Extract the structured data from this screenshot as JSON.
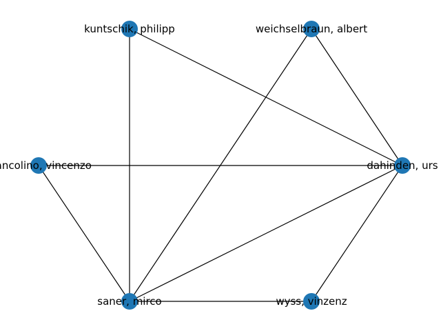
{
  "graph": {
    "node_color": "#1f77b4",
    "edge_color": "#000000",
    "nodes": [
      {
        "id": "kuntschik",
        "label": "kuntschik, philipp"
      },
      {
        "id": "weichselbraun",
        "label": "weichselbraun, albert"
      },
      {
        "id": "dahinden",
        "label": "dahinden, urs"
      },
      {
        "id": "wyss",
        "label": "wyss, vinzenz"
      },
      {
        "id": "saner",
        "label": "saner, mirco"
      },
      {
        "id": "mancolino",
        "label": "mancolino, vincenzo"
      }
    ],
    "edges": [
      [
        "kuntschik",
        "dahinden"
      ],
      [
        "kuntschik",
        "saner"
      ],
      [
        "weichselbraun",
        "dahinden"
      ],
      [
        "weichselbraun",
        "saner"
      ],
      [
        "mancolino",
        "dahinden"
      ],
      [
        "mancolino",
        "saner"
      ],
      [
        "dahinden",
        "saner"
      ],
      [
        "dahinden",
        "wyss"
      ],
      [
        "saner",
        "wyss"
      ]
    ]
  }
}
